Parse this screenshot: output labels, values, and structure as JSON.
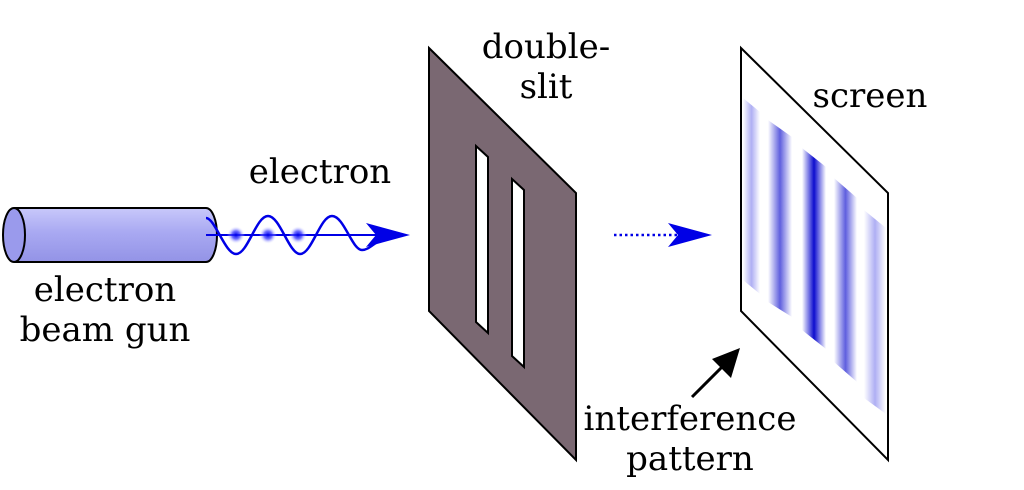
{
  "labels": {
    "gun_line1": "electron",
    "gun_line2": "beam gun",
    "electron": "electron",
    "slit_line1": "double-",
    "slit_line2": "slit",
    "screen": "screen",
    "pattern_line1": "interference",
    "pattern_line2": "pattern"
  },
  "colors": {
    "gun_fill": "#b3b3f5",
    "gun_cap": "#9999ee",
    "wave": "#0000e6",
    "plate": "#7a6872",
    "outline": "#000000",
    "fringe": "#0000cc"
  },
  "icons": {
    "direction_arrow": "arrowhead-icon",
    "pointer": "pointer-arrow-icon"
  }
}
